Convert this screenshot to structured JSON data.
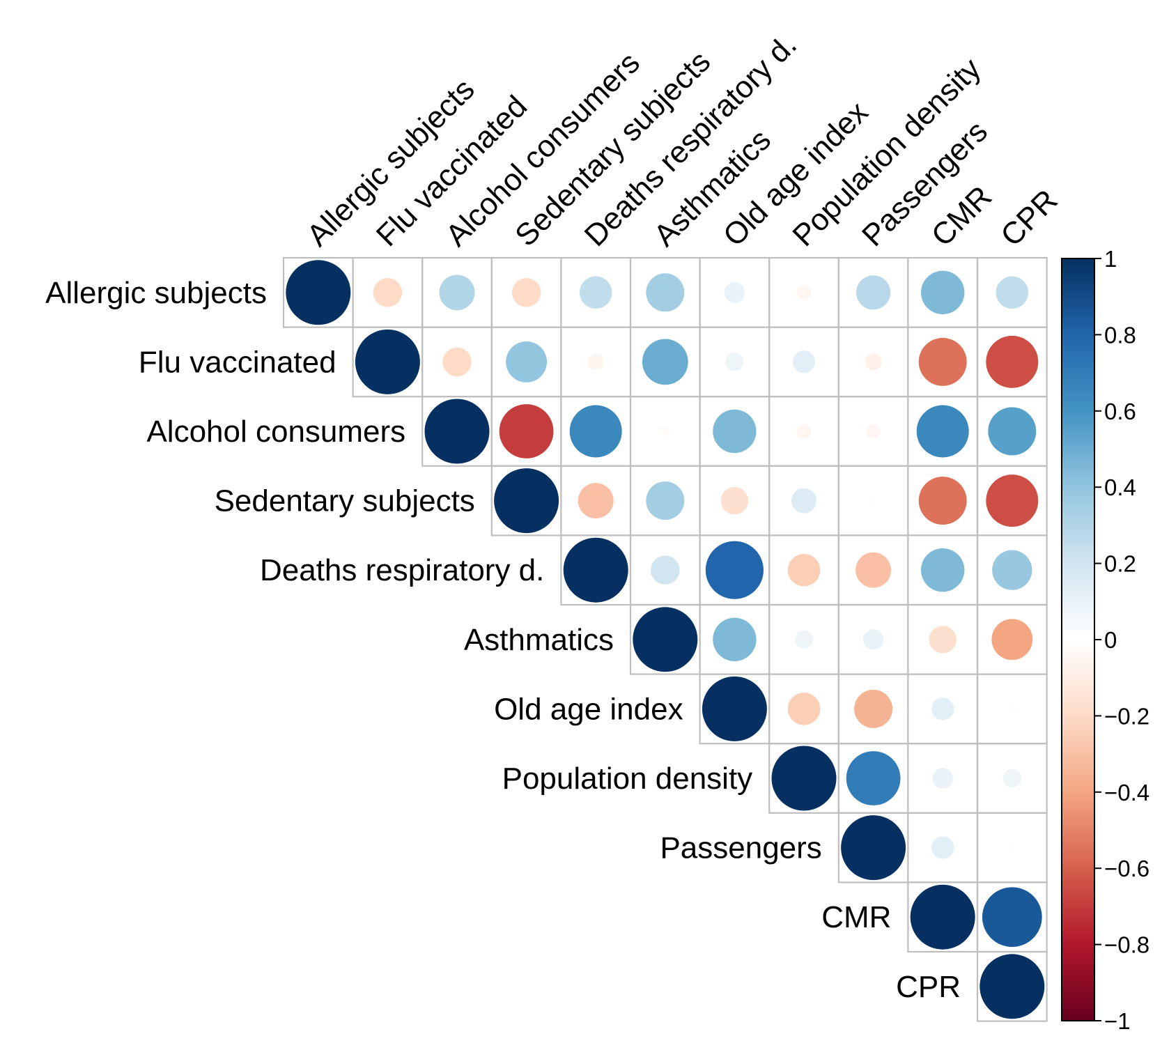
{
  "chart_data": {
    "type": "heatmap",
    "subtype": "correlation-circle-upper",
    "variables": [
      "Allergic subjects",
      "Flu vaccinated",
      "Alcohol consumers",
      "Sedentary subjects",
      "Deaths respiratory d.",
      "Asthmatics",
      "Old age index",
      "Population density",
      "Passengers",
      "CMR",
      "CPR"
    ],
    "matrix": [
      [
        1.0,
        -0.2,
        0.3,
        -0.2,
        0.25,
        0.35,
        0.1,
        -0.05,
        0.28,
        0.45,
        0.25
      ],
      [
        null,
        1.0,
        -0.2,
        0.4,
        -0.06,
        0.5,
        0.08,
        0.12,
        -0.07,
        -0.55,
        -0.65
      ],
      [
        null,
        null,
        1.0,
        -0.7,
        0.65,
        -0.02,
        0.45,
        -0.05,
        -0.05,
        0.65,
        0.55
      ],
      [
        null,
        null,
        null,
        1.0,
        -0.3,
        0.35,
        -0.18,
        0.15,
        0.01,
        -0.55,
        -0.65
      ],
      [
        null,
        null,
        null,
        null,
        1.0,
        0.2,
        0.8,
        -0.25,
        -0.3,
        0.45,
        0.38
      ],
      [
        null,
        null,
        null,
        null,
        null,
        1.0,
        0.45,
        0.08,
        0.1,
        -0.18,
        -0.4
      ],
      [
        null,
        null,
        null,
        null,
        null,
        null,
        1.0,
        -0.25,
        -0.35,
        0.12,
        -0.01
      ],
      [
        null,
        null,
        null,
        null,
        null,
        null,
        null,
        1.0,
        0.7,
        0.1,
        0.08
      ],
      [
        null,
        null,
        null,
        null,
        null,
        null,
        null,
        null,
        1.0,
        0.12,
        0.01
      ],
      [
        null,
        null,
        null,
        null,
        null,
        null,
        null,
        null,
        null,
        1.0,
        0.85
      ],
      [
        null,
        null,
        null,
        null,
        null,
        null,
        null,
        null,
        null,
        null,
        1.0
      ]
    ],
    "colorbar": {
      "range": [
        -1,
        1
      ],
      "ticks": [
        "1",
        "0.8",
        "0.6",
        "0.4",
        "0.2",
        "0",
        "−0.2",
        "−0.4",
        "−0.6",
        "−0.8",
        "−1"
      ],
      "tick_values": [
        1,
        0.8,
        0.6,
        0.4,
        0.2,
        0,
        -0.2,
        -0.4,
        -0.6,
        -0.8,
        -1
      ],
      "palette": [
        "#67001F",
        "#B2182B",
        "#D6604D",
        "#F4A582",
        "#FDDBC7",
        "#FFFFFF",
        "#D1E5F0",
        "#92C5DE",
        "#4393C3",
        "#2166AC",
        "#053061"
      ]
    },
    "grid_color": "#BEBEBE"
  }
}
